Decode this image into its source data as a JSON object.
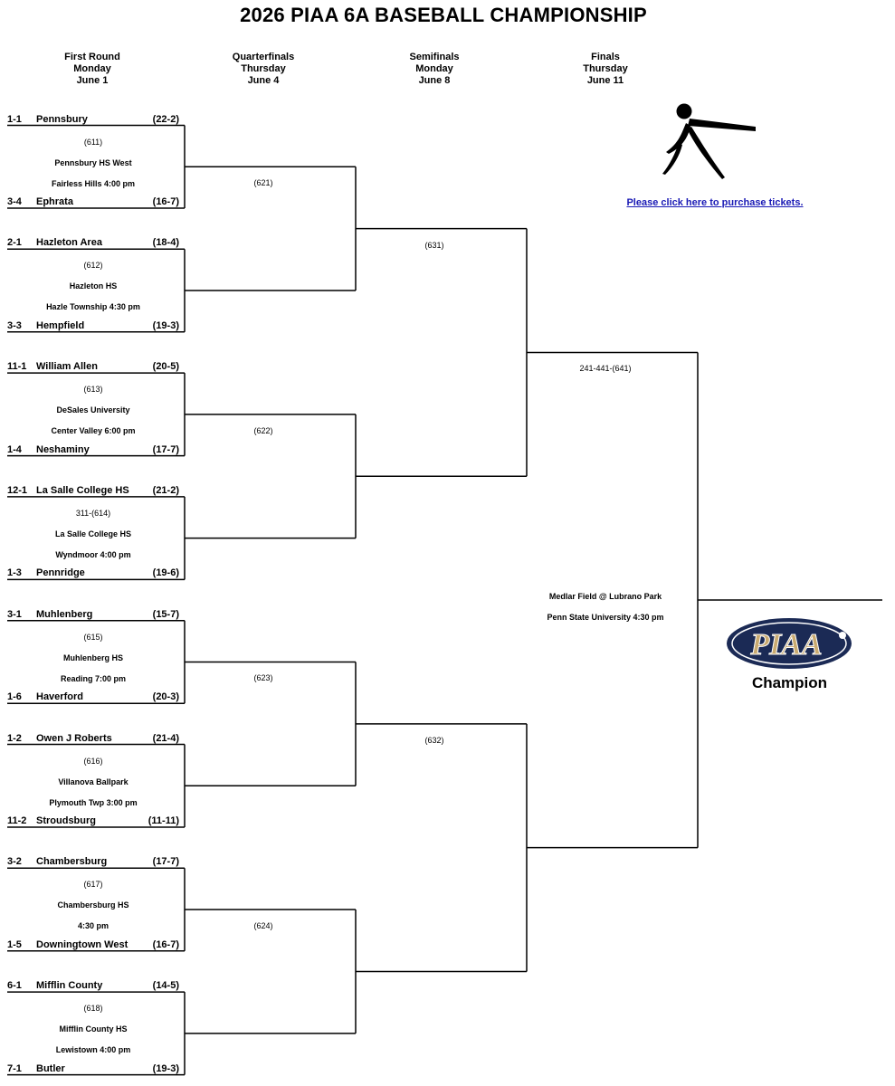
{
  "title": "2026 PIAA 6A BASEBALL CHAMPIONSHIP",
  "rounds": [
    {
      "name": "First Round",
      "day": "Monday",
      "date": "June 1"
    },
    {
      "name": "Quarterfinals",
      "day": "Thursday",
      "date": "June 4"
    },
    {
      "name": "Semifinals",
      "day": "Monday",
      "date": "June 8"
    },
    {
      "name": "Finals",
      "day": "Thursday",
      "date": "June 11"
    }
  ],
  "first_round": [
    {
      "game": "(611)",
      "venue": "Pennsbury HS West",
      "info": "Fairless Hills 4:00 pm",
      "top": {
        "seed": "1-1",
        "name": "Pennsbury",
        "record": "(22-2)"
      },
      "bottom": {
        "seed": "3-4",
        "name": "Ephrata",
        "record": "(16-7)"
      }
    },
    {
      "game": "(612)",
      "venue": "Hazleton HS",
      "info": "Hazle Township 4:30 pm",
      "top": {
        "seed": "2-1",
        "name": "Hazleton Area",
        "record": "(18-4)"
      },
      "bottom": {
        "seed": "3-3",
        "name": "Hempfield",
        "record": "(19-3)"
      }
    },
    {
      "game": "(613)",
      "venue": "DeSales University",
      "info": "Center Valley 6:00 pm",
      "top": {
        "seed": "11-1",
        "name": "William Allen",
        "record": "(20-5)"
      },
      "bottom": {
        "seed": "1-4",
        "name": "Neshaminy",
        "record": "(17-7)"
      }
    },
    {
      "game": "311-(614)",
      "venue": "La Salle College HS",
      "info": "Wyndmoor 4:00 pm",
      "top": {
        "seed": "12-1",
        "name": "La Salle College HS",
        "record": "(21-2)"
      },
      "bottom": {
        "seed": "1-3",
        "name": "Pennridge",
        "record": "(19-6)"
      }
    },
    {
      "game": "(615)",
      "venue": "Muhlenberg HS",
      "info": "Reading 7:00 pm",
      "top": {
        "seed": "3-1",
        "name": "Muhlenberg",
        "record": "(15-7)"
      },
      "bottom": {
        "seed": "1-6",
        "name": "Haverford",
        "record": "(20-3)"
      }
    },
    {
      "game": "(616)",
      "venue": "Villanova Ballpark",
      "info": "Plymouth Twp 3:00 pm",
      "top": {
        "seed": "1-2",
        "name": "Owen J Roberts",
        "record": "(21-4)"
      },
      "bottom": {
        "seed": "11-2",
        "name": "Stroudsburg",
        "record": "(11-11)"
      }
    },
    {
      "game": "(617)",
      "venue": "Chambersburg HS",
      "info": "4:30 pm",
      "top": {
        "seed": "3-2",
        "name": "Chambersburg",
        "record": "(17-7)"
      },
      "bottom": {
        "seed": "1-5",
        "name": "Downingtown West",
        "record": "(16-7)"
      }
    },
    {
      "game": "(618)",
      "venue": "Mifflin County HS",
      "info": "Lewistown 4:00 pm",
      "top": {
        "seed": "6-1",
        "name": "Mifflin County",
        "record": "(14-5)"
      },
      "bottom": {
        "seed": "7-1",
        "name": "Butler",
        "record": "(19-3)"
      }
    }
  ],
  "quarterfinals": [
    "(621)",
    "(622)",
    "(623)",
    "(624)"
  ],
  "semifinals": [
    "(631)",
    "(632)"
  ],
  "finals": {
    "game": "241-441-(641)",
    "venue": "Medlar Field @ Lubrano Park",
    "info": "Penn State University 4:30 pm"
  },
  "tickets_link": "Please click here to purchase tickets.",
  "logo_text": "PIAA",
  "champion_label": "Champion",
  "colors": {
    "line": "#000000",
    "link": "#1a1ab5",
    "logo_navy": "#1b2a55",
    "logo_gold": "#c9aa70"
  },
  "icons": [
    "baseball-batter-icon",
    "piaa-logo"
  ]
}
